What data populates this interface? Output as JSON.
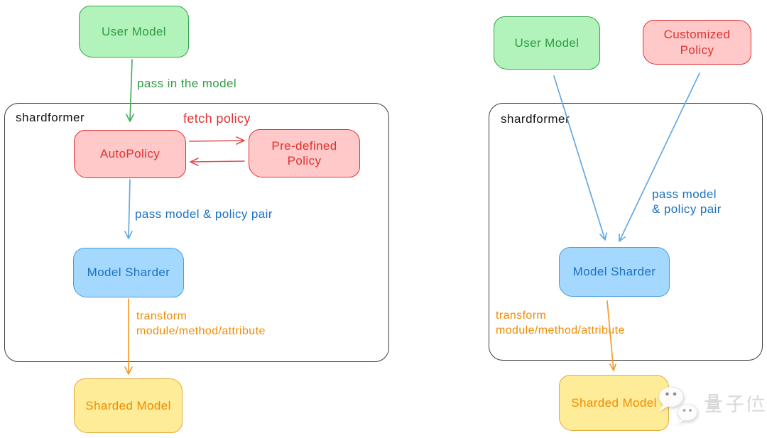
{
  "left_diagram": {
    "container_label": "shardformer",
    "boxes": {
      "user_model": "User Model",
      "auto_policy": "AutoPolicy",
      "predefined_policy": "Pre-defined Policy",
      "model_sharder": "Model Sharder",
      "sharded_model": "Sharded Model"
    },
    "edge_labels": {
      "pass_in_model": "pass in the model",
      "fetch_policy": "fetch policy",
      "pass_pair": "pass model & policy pair",
      "transform_1": "transform",
      "transform_2": "module/method/attribute"
    }
  },
  "right_diagram": {
    "container_label": "shardformer",
    "boxes": {
      "user_model": "User Model",
      "customized_policy": "Customized Policy",
      "model_sharder": "Model Sharder",
      "sharded_model": "Sharded Model"
    },
    "edge_labels": {
      "pass_pair_1": "pass model",
      "pass_pair_2": "& policy pair",
      "transform_1": "transform",
      "transform_2": "module/method/attribute"
    }
  },
  "watermark": {
    "text": "量子位",
    "icon": "qbitai-chat-bubbles-logo"
  },
  "palette": {
    "green_fill": "#b2f2bb",
    "green_stroke": "#2f9e44",
    "red_fill": "#ffc9c9",
    "red_stroke": "#e03131",
    "blue_fill": "#a5d8ff",
    "blue_stroke": "#1971c2",
    "yellow_fill": "#ffec99",
    "yellow_stroke": "#f08c00",
    "frame_stroke": "#3d3d3d",
    "blue_arrow": "#64a9e2",
    "green_arrow": "#48b15c",
    "red_arrow": "#e34f4f",
    "orange_arrow": "#f09d2c",
    "watermark_gray": "#d9d9d9"
  }
}
